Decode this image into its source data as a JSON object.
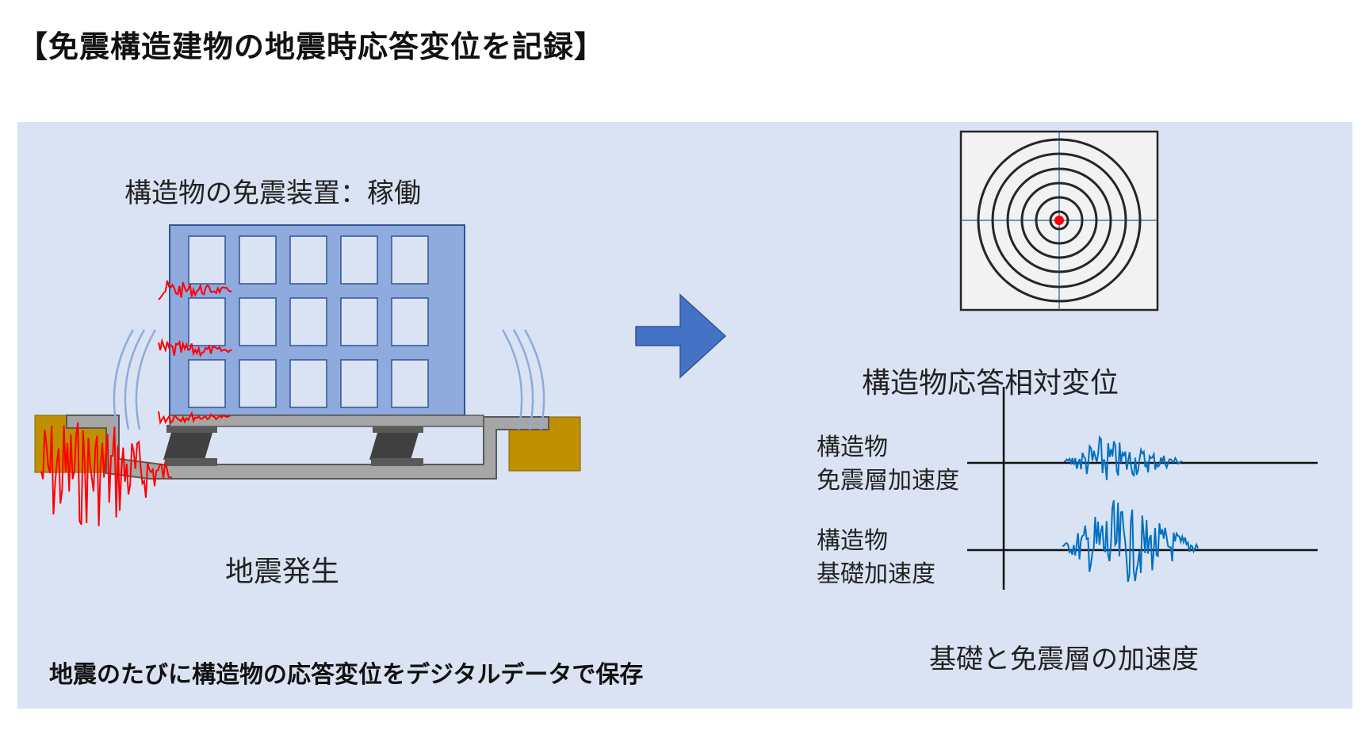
{
  "title": "【免震構造建物の地震時応答変位を記録】",
  "labels": {
    "device_status": "構造物の免震装置：稼働",
    "earthquake": "地震発生",
    "relative_displacement": "構造物応答相対変位",
    "isolation_accel_line1": "構造物",
    "isolation_accel_line2": "免震層加速度",
    "foundation_accel_line1": "構造物",
    "foundation_accel_line2": "基礎加速度",
    "accel_caption": "基礎と免震層の加速度",
    "bottom_note": "地震のたびに構造物の応答変位をデジタルデータで保存"
  },
  "colors": {
    "panel_bg": "#dae3f3",
    "building": "#8faadc",
    "window": "#dae3f3",
    "ground": "#bf9000",
    "foundation": "#a6a6a6",
    "isolator": "#404040",
    "arrow": "#4472c4",
    "seismic_wave": "#ff0000",
    "accel_wave": "#0070c0",
    "target_dot": "#ff0000"
  }
}
